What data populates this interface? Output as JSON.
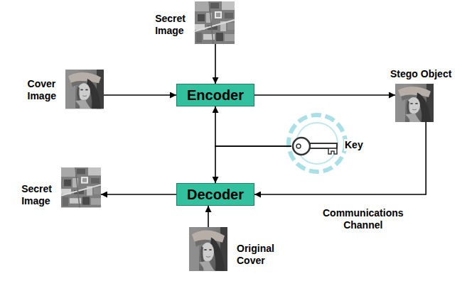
{
  "diagram": {
    "nodes": [
      {
        "text": [
          "Secret Image"
        ]
      },
      {
        "text": [
          "Cover Image"
        ]
      },
      {
        "text": [
          "Encoder"
        ]
      },
      {
        "text": [
          "Stego Object"
        ]
      },
      {
        "text": [
          "Key"
        ]
      },
      {
        "text": [
          "Decoder"
        ]
      },
      {
        "text": [
          "Secret Image"
        ]
      },
      {
        "text": [
          "Original Cover"
        ]
      }
    ],
    "edges": [
      {
        "from": 0,
        "to": 2,
        "arrow": "to"
      },
      {
        "from": 1,
        "to": 2,
        "arrow": "to"
      },
      {
        "from": 2,
        "to": 3,
        "arrow": "to"
      },
      {
        "from": 4,
        "to": 2,
        "arrow": "to"
      },
      {
        "from": 4,
        "to": 5,
        "arrow": "to"
      },
      {
        "from": 3,
        "to": 5,
        "label": "Communications Channel",
        "arrow": "to"
      },
      {
        "from": 7,
        "to": 5,
        "arrow": "to"
      },
      {
        "from": 5,
        "to": 6,
        "arrow": "to"
      }
    ]
  }
}
